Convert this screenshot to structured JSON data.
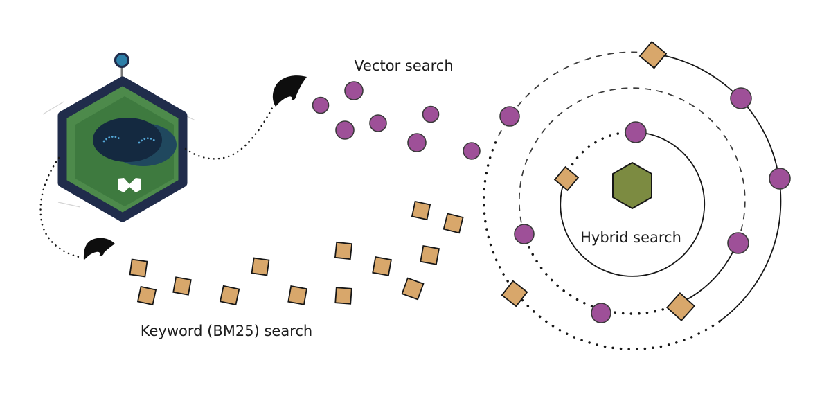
{
  "diagram": {
    "labels": {
      "vector_search": "Vector search",
      "keyword_search": "Keyword (BM25) search",
      "hybrid_search": "Hybrid search"
    },
    "shapes": {
      "vector_points": 7,
      "keyword_points": 13,
      "orbit_rings": 3,
      "orbit_circle_points": 7,
      "orbit_square_points": 4
    },
    "icons": {
      "logo": "weaviate-hexagon-robot-logo",
      "flow_arrows": "black-brush-swoosh-arrow"
    }
  },
  "colors": {
    "purple": "#9e5098",
    "node-stroke": "#3a3a3a",
    "tan": "#d8a76b",
    "olive": "#7c8b41",
    "ink": "#161616",
    "text": "#1c1c1c",
    "navy": "#202c4b",
    "green": "#4d8a4b",
    "green-dark": "#3e7a3f",
    "face": "#142940",
    "face-light": "#20485e",
    "eye": "#55a8d8",
    "antenna": "#2e7fa8",
    "stem": "#777777",
    "sketch": "#c9c9c9"
  }
}
